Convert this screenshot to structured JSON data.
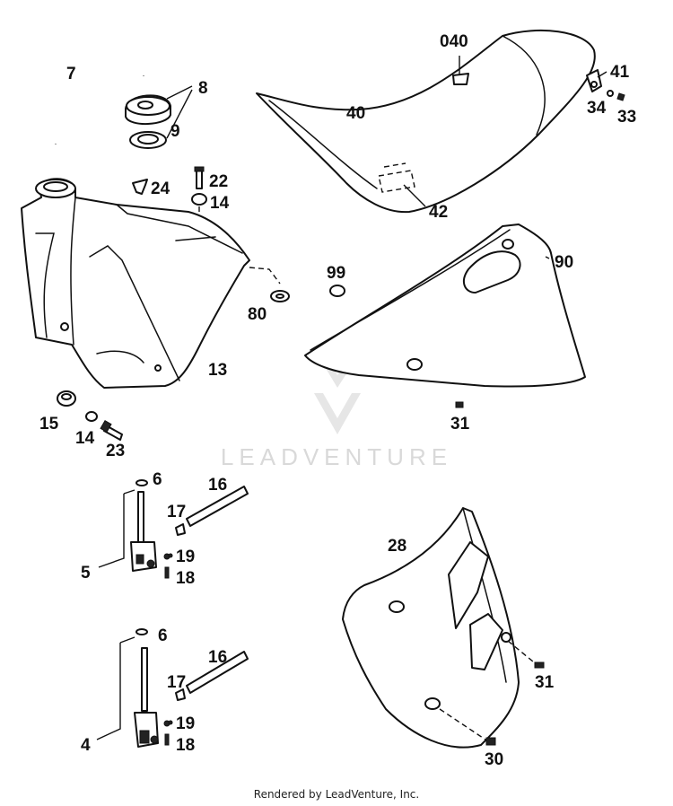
{
  "watermark": {
    "text": "LEADVENTURE"
  },
  "footer": {
    "text": "Rendered by LeadVenture, Inc."
  },
  "callouts": [
    "7",
    "8",
    "9",
    "040",
    "41",
    "40",
    "34",
    "33",
    "24",
    "22",
    "14",
    "42",
    "90",
    "99",
    "80",
    "13",
    "15",
    "14",
    "23",
    "31",
    "6",
    "16",
    "17",
    "5",
    "19",
    "18",
    "28",
    "6",
    "16",
    "17",
    "31",
    "4",
    "19",
    "18",
    "30"
  ]
}
